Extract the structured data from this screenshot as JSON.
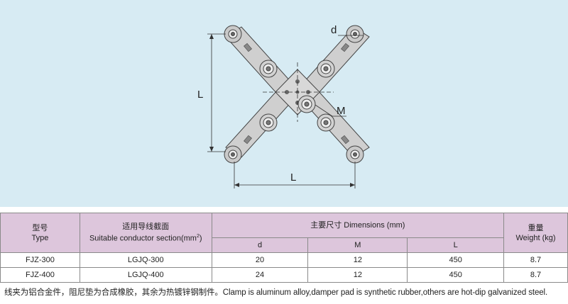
{
  "figure": {
    "labels": {
      "d": "d",
      "M": "M",
      "L_vertical": "L",
      "L_horizontal": "L"
    }
  },
  "table": {
    "header": {
      "type_zh": "型号",
      "type_en": "Type",
      "conductor_zh": "适用导线截面",
      "conductor_en_prefix": "Suitable conductor section(mm",
      "conductor_en_sup": "2",
      "conductor_en_suffix": ")",
      "dimensions": "主要尺寸 Dimensions (mm)",
      "weight_zh": "重量",
      "weight_en": "Weight (kg)",
      "sub_d": "d",
      "sub_M": "M",
      "sub_L": "L"
    },
    "rows": [
      {
        "type": "FJZ-300",
        "conductor": "LGJQ-300",
        "d": "20",
        "M": "12",
        "L": "450",
        "weight": "8.7"
      },
      {
        "type": "FJZ-400",
        "conductor": "LGJQ-400",
        "d": "24",
        "M": "12",
        "L": "450",
        "weight": "8.7"
      }
    ]
  },
  "note": "线夹为铝合金件，阻尼垫为合成橡胶，其余为热镀锌钢制件。Clamp is aluminum alloy,damper pad is synthetic rubber,others are hot-dip galvanized steel."
}
